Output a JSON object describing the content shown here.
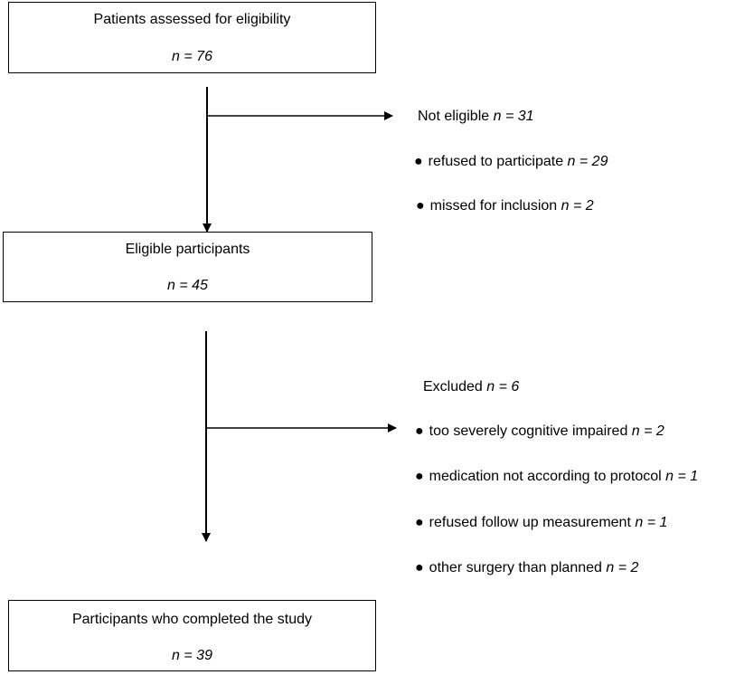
{
  "boxes": {
    "assessed": {
      "title": "Patients assessed for eligibility",
      "n": "n = 76"
    },
    "eligible": {
      "title": "Eligible participants",
      "n": "n = 45"
    },
    "completed": {
      "title": "Participants who completed the study",
      "n": "n = 39"
    }
  },
  "not_eligible": {
    "label": "Not eligible",
    "n": "n = 31",
    "items": [
      {
        "text": "refused to participate",
        "n": "n = 29"
      },
      {
        "text": "missed for inclusion",
        "n": "n = 2"
      }
    ]
  },
  "excluded": {
    "label": "Excluded",
    "n": "n = 6",
    "items": [
      {
        "text": "too severely cognitive impaired",
        "n": "n = 2"
      },
      {
        "text": "medication not according to protocol",
        "n": "n = 1"
      },
      {
        "text": "refused follow up measurement",
        "n": "n = 1"
      },
      {
        "text": "other surgery than planned",
        "n": "n = 2"
      }
    ]
  },
  "bullet_glyph": "●"
}
